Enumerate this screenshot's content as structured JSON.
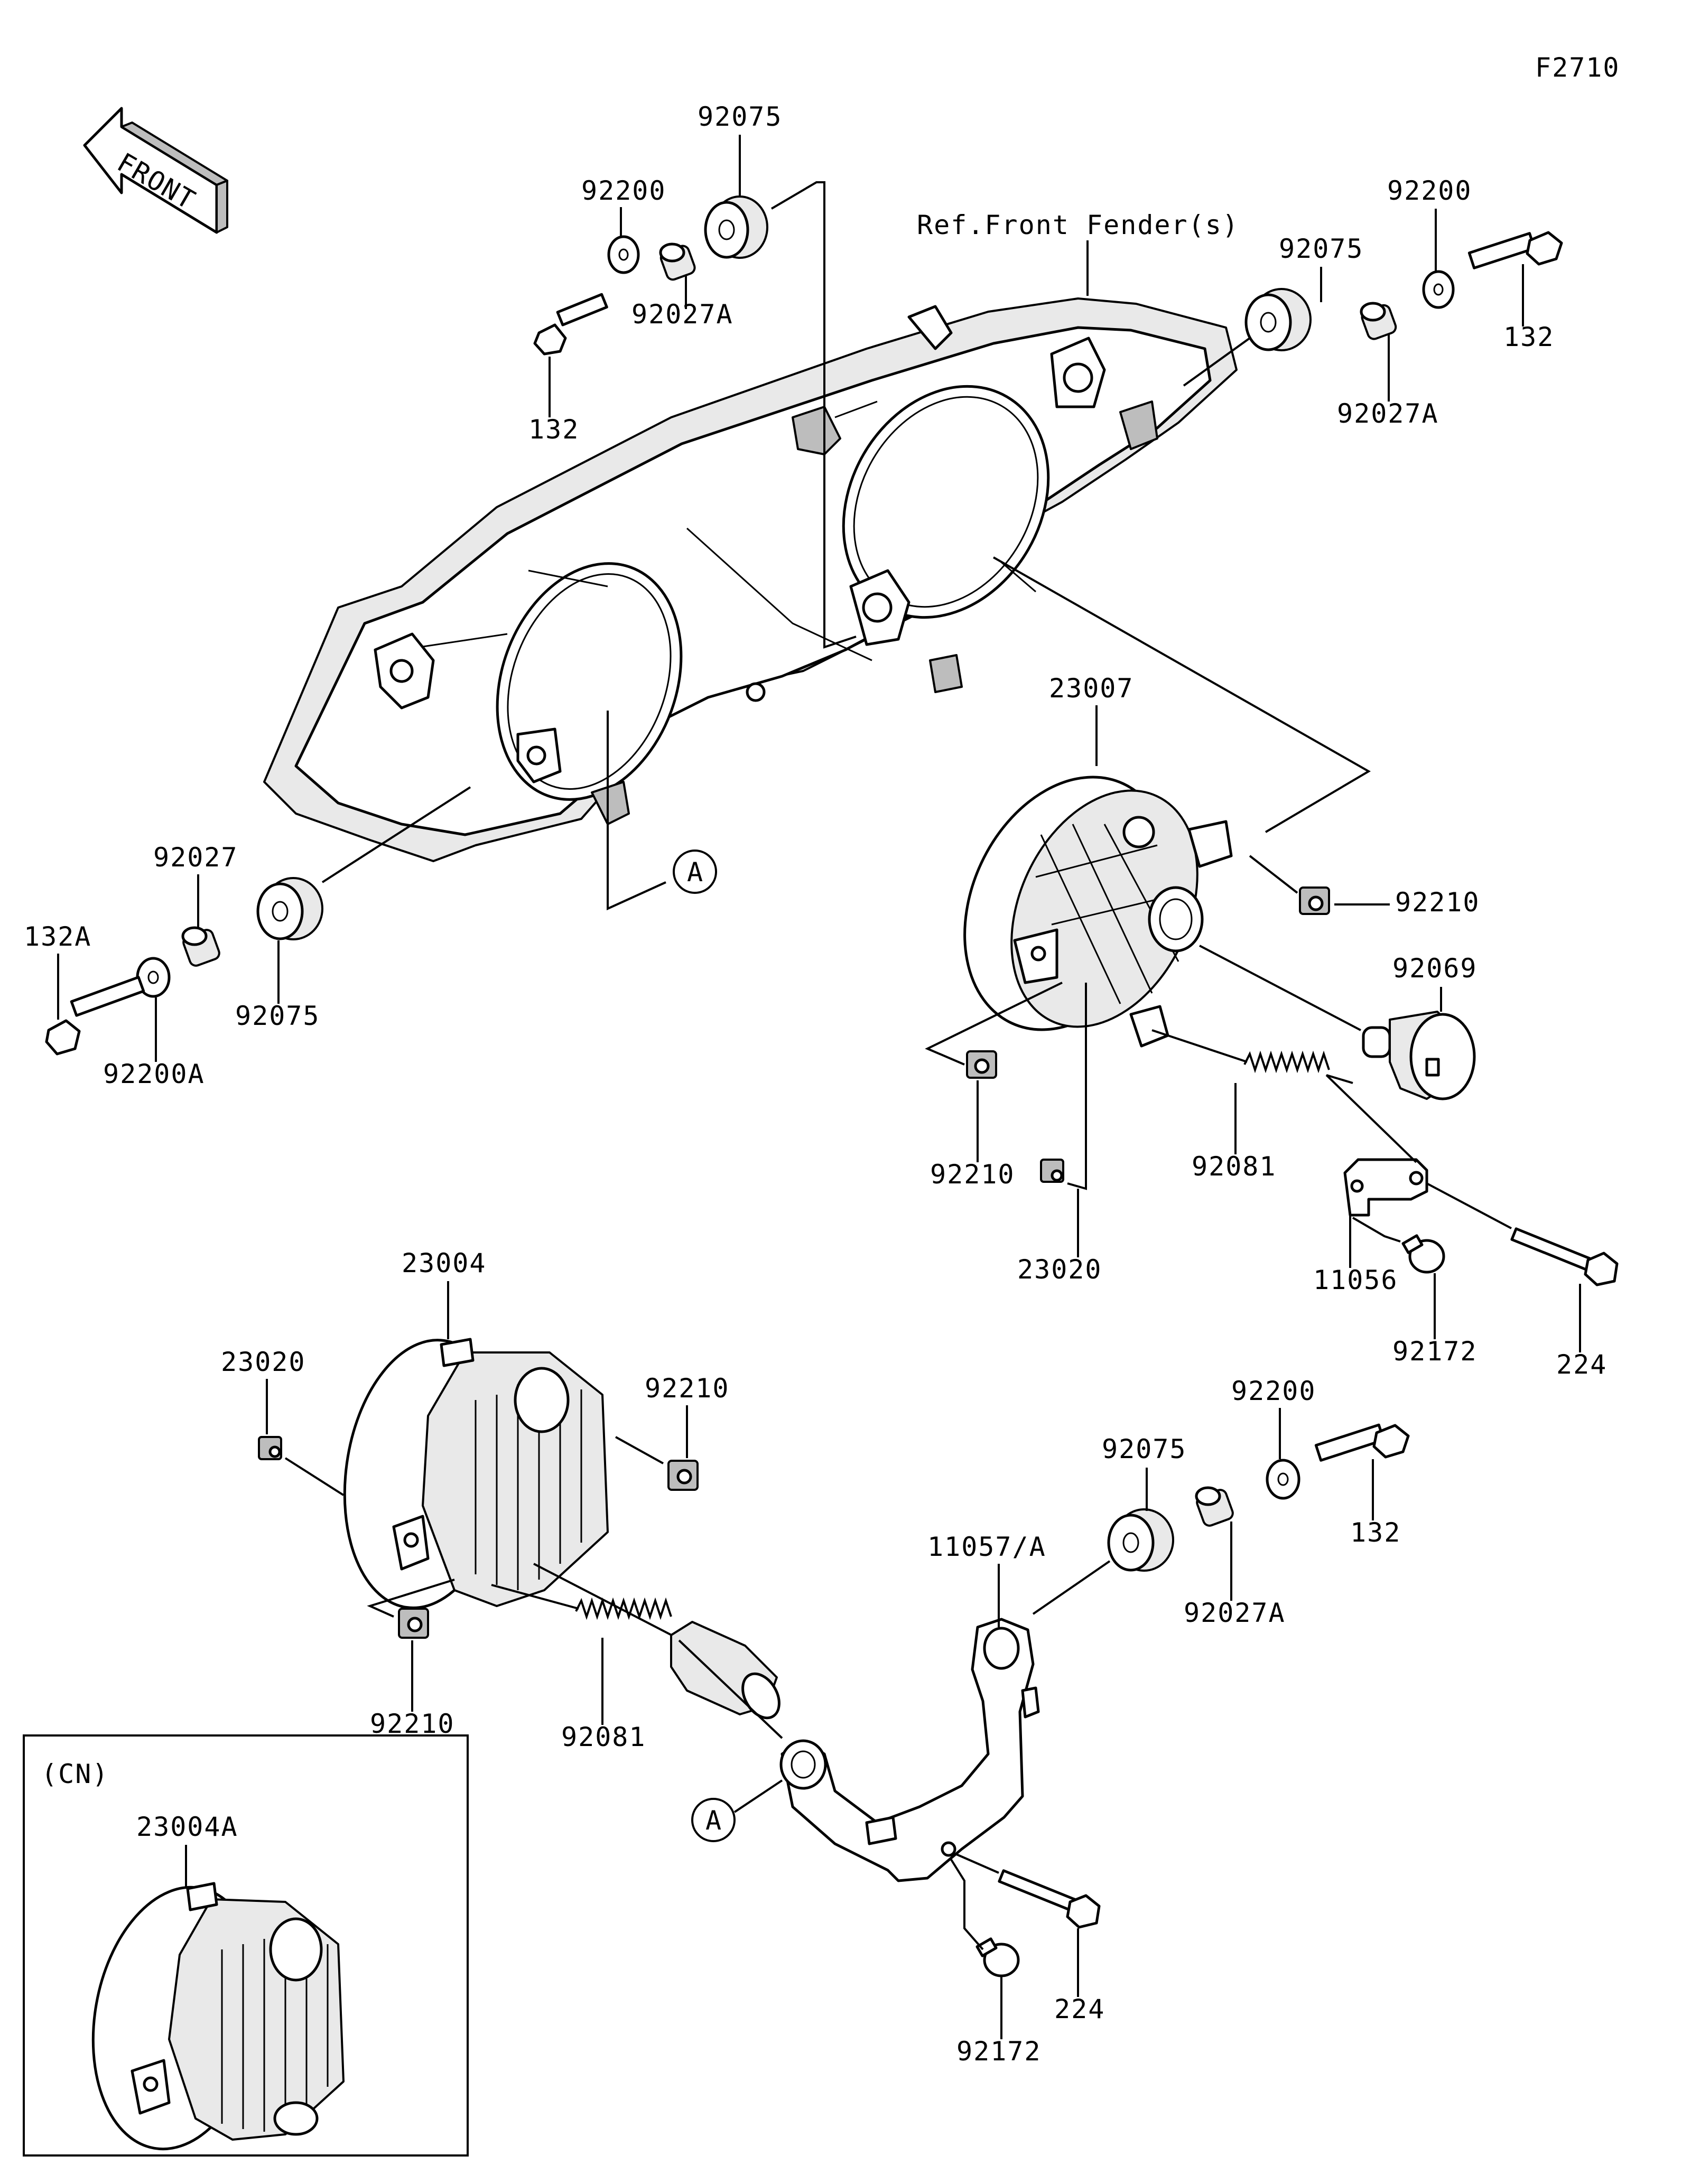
{
  "diagram": {
    "figure_code": "F2710",
    "front_marker": "FRONT",
    "reference_note": "Ref.Front Fender(s)",
    "variant_box_label": "(CN)",
    "connection_marker": "A",
    "callouts": [
      {
        "id": "92075-top",
        "text": "92075"
      },
      {
        "id": "92200-top-left",
        "text": "92200"
      },
      {
        "id": "92027A-top-left",
        "text": "92027A"
      },
      {
        "id": "132-top-left",
        "text": "132"
      },
      {
        "id": "92200-top-right",
        "text": "92200"
      },
      {
        "id": "92075-top-right",
        "text": "92075"
      },
      {
        "id": "132-top-right",
        "text": "132"
      },
      {
        "id": "92027A-top-right",
        "text": "92027A"
      },
      {
        "id": "92027-left",
        "text": "92027"
      },
      {
        "id": "132A-left",
        "text": "132A"
      },
      {
        "id": "92075-left",
        "text": "92075"
      },
      {
        "id": "92200A-left",
        "text": "92200A"
      },
      {
        "id": "23007",
        "text": "23007"
      },
      {
        "id": "92210-right",
        "text": "92210"
      },
      {
        "id": "92069",
        "text": "92069"
      },
      {
        "id": "92210-mid",
        "text": "92210"
      },
      {
        "id": "92081-upper",
        "text": "92081"
      },
      {
        "id": "23020-mid",
        "text": "23020"
      },
      {
        "id": "11056",
        "text": "11056"
      },
      {
        "id": "92172-upper",
        "text": "92172"
      },
      {
        "id": "224-upper",
        "text": "224"
      },
      {
        "id": "23004",
        "text": "23004"
      },
      {
        "id": "23020-left",
        "text": "23020"
      },
      {
        "id": "92210-lower-top",
        "text": "92210"
      },
      {
        "id": "92200-lower",
        "text": "92200"
      },
      {
        "id": "92075-lower",
        "text": "92075"
      },
      {
        "id": "132-lower",
        "text": "132"
      },
      {
        "id": "11057A",
        "text": "11057/A"
      },
      {
        "id": "92027A-lower",
        "text": "92027A"
      },
      {
        "id": "92210-lower-bottom",
        "text": "92210"
      },
      {
        "id": "92081-lower",
        "text": "92081"
      },
      {
        "id": "224-lower",
        "text": "224"
      },
      {
        "id": "92172-lower",
        "text": "92172"
      },
      {
        "id": "23004A",
        "text": "23004A"
      }
    ]
  }
}
